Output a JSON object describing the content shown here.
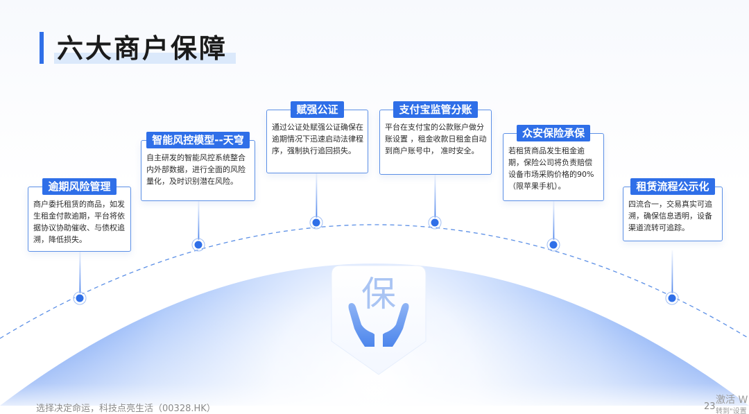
{
  "title": "六大商户保障",
  "center_icon_char": "保",
  "cards": [
    {
      "title": "逾期风险管理",
      "body": "商户委托租赁的商品，如发生租金付款逾期，平台将依据协议协助催收、与债权追溯，降低损失。"
    },
    {
      "title": "智能风控模型--天穹",
      "body": "自主研发的智能风控系统整合内外部数据，进行全面的风险量化，及时识别潜在风险。"
    },
    {
      "title": "赋强公证",
      "body": "通过公证处赋强公证确保在逾期情况下迅速启动法律程序，强制执行追回损失。"
    },
    {
      "title": "支付宝监管分账",
      "body": "平台在支付宝的公款账户做分账设置 ，租金收款日租金自动到商户账号中，  准时安全。"
    },
    {
      "title": "众安保险承保",
      "body": "若租赁商品发生租金逾期，保险公司将负责赔偿设备市场采购价格的90%（限苹果手机）。"
    },
    {
      "title": "租赁流程公示化",
      "body": "四流合一，交易真实可追溯，确保信息透明，设备渠道流转可追踪。"
    }
  ],
  "footer": "选择决定命运，科技点亮生活（00328.HK）",
  "page_number": "23",
  "watermark": {
    "line1": "激活 W",
    "line2": "转到\"设置"
  },
  "colors": {
    "accent": "#2f6fe8",
    "title_highlight": "#dbe9fb",
    "dome": "#3a78ee"
  }
}
